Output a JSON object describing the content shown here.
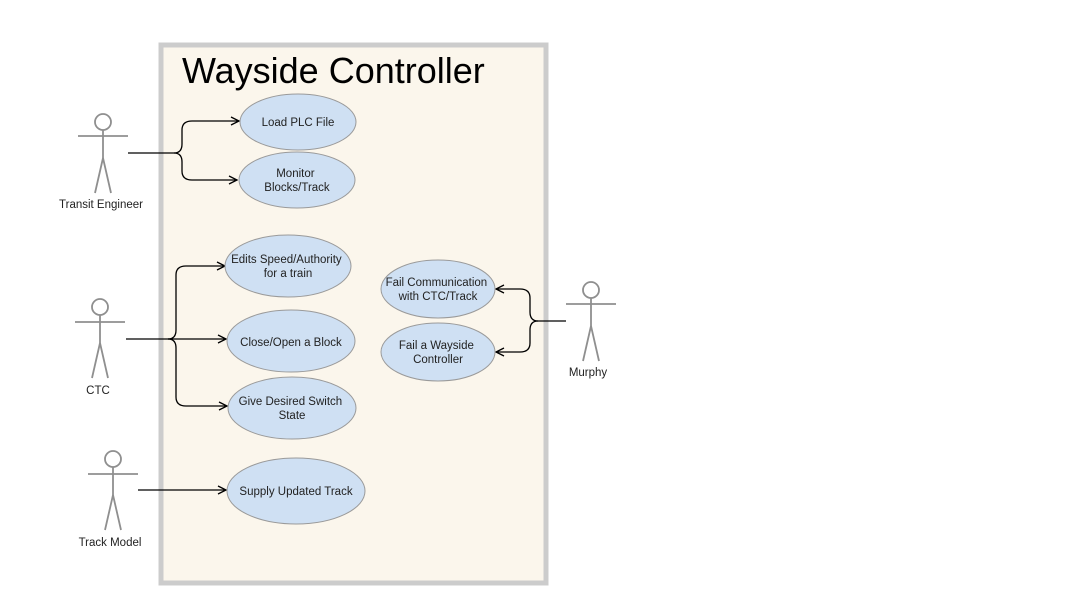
{
  "system": {
    "title": "Wayside Controller",
    "fill": "#fbf6ec",
    "border": "#cccccc"
  },
  "actors": {
    "transit_engineer": "Transit Engineer",
    "ctc": "CTC",
    "track_model": "Track Model",
    "murphy": "Murphy"
  },
  "use_cases": {
    "load_plc": [
      "Load PLC File"
    ],
    "monitor_blocks": [
      "Monitor",
      "Blocks/Track"
    ],
    "edit_speed": [
      "Edits Speed/Authority",
      "for a train"
    ],
    "close_open_block": [
      "Close/Open a Block"
    ],
    "switch_state": [
      "Give Desired Switch",
      "State"
    ],
    "supply_track": [
      "Supply Updated Track"
    ],
    "fail_comm": [
      "Fail Communication",
      "with CTC/Track"
    ],
    "fail_wayside": [
      "Fail a Wayside",
      "Controller"
    ]
  },
  "colors": {
    "use_case_fill": "#cfe0f3",
    "use_case_stroke": "#9a9a9a",
    "actor_stroke": "#8f8f8f",
    "connector": "#000000",
    "text": "#222222"
  }
}
